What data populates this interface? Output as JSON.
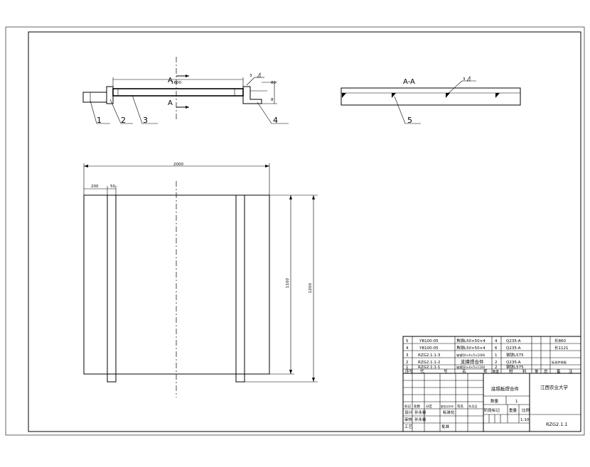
{
  "views": {
    "section_mark_top": "A",
    "section_mark_bottom": "A",
    "section_title": "A-A",
    "weld_symbol": "3",
    "weld_symbol_aa": "3",
    "dim_top_length": "1600",
    "dim_side_small_a": "80",
    "dim_side_small_b": "8",
    "dim_overall_width": "2000",
    "dim_left_offset": "200",
    "dim_left_width": "50",
    "dim_height_inner": "1100",
    "dim_height_outer": "1200"
  },
  "balloons": [
    "1",
    "2",
    "3",
    "4",
    "5"
  ],
  "parts_table": {
    "rows": [
      {
        "no": "5",
        "code": "YB100-05",
        "name": "角钢L50×50×4",
        "qty": "4",
        "material": "Q235-A",
        "extra": "长860"
      },
      {
        "no": "4",
        "code": "YB100-05",
        "name": "角钢L50×50×4",
        "qty": "6",
        "material": "Q235-A",
        "extra": "长1121"
      },
      {
        "no": "3",
        "code": "RZG2.1.1-3",
        "name": "轴钢50×4×5×1000",
        "qty": "1",
        "material": "钢铁L575",
        "extra": ""
      },
      {
        "no": "2",
        "code": "RZG2.1.1-2",
        "name": "支撑焊合件",
        "qty": "2",
        "material": "Q235-A",
        "extra": "标准件装配"
      },
      {
        "no": "1",
        "code": "RZG2.1.1-1",
        "name": "轴钢50×4×5×1100",
        "qty": "2",
        "material": "钢铁L575",
        "extra": ""
      }
    ],
    "header": {
      "no": "序号",
      "code": "代",
      "code2": "号",
      "name": "名",
      "name2": "称",
      "qty": "数量",
      "material": "材",
      "material2": "料",
      "single": "单",
      "total": "总",
      "note": "备",
      "note2": "注"
    }
  },
  "title_block": {
    "drawing_title": "底隔板焊合件",
    "school": "江西农业大学",
    "qty_label": "数量",
    "qty_value": "1",
    "scale_label": "比例",
    "scale_value": "1:10",
    "weight_label": "重量",
    "drawing_number": "RZG2.1.1",
    "r1": [
      "标记",
      "处数",
      "分区",
      "更改文件号",
      "签名",
      "年月日"
    ],
    "design_label": "设计",
    "designer": "孙永春",
    "std_label": "标准化",
    "stage_label": "阶段标记",
    "check_label": "审核",
    "checker": "孙永春",
    "process_label": "工艺",
    "approve_label": "批准",
    "review_label": "审核"
  }
}
